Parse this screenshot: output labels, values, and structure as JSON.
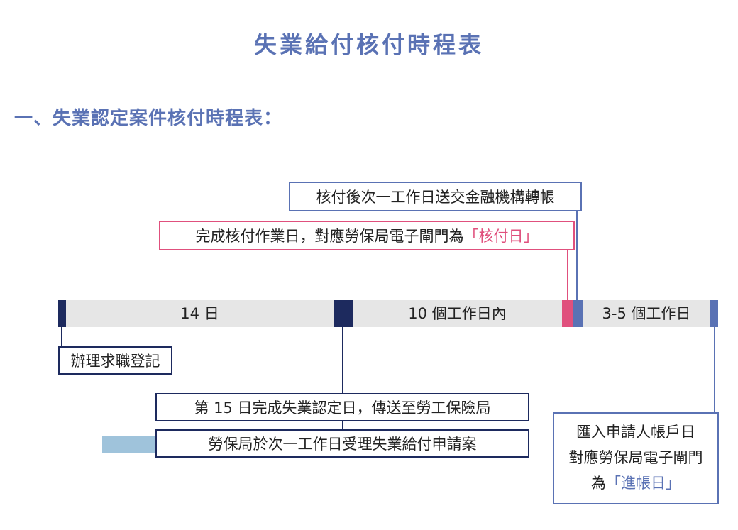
{
  "title": "失業給付核付時程表",
  "section_title": "一、失業認定案件核付時程表：",
  "timeline": {
    "segment_1_label": "14 日",
    "segment_2_label": "10 個工作日內",
    "segment_3_label": "3-5 個工作日"
  },
  "boxes": {
    "transfer_note": "核付後次一工作日送交金融機構轉帳",
    "payment_day_prefix": "完成核付作業日，對應勞保局電子閘門為",
    "payment_day_highlight": "「核付日」",
    "registration": "辦理求職登記",
    "certification": "第 15 日完成失業認定日，傳送至勞工保險局",
    "acceptance": "勞保局於次一工作日受理失業給付申請案",
    "deposit_line_1": "匯入申請人帳戶日",
    "deposit_line_2": "對應勞保局電子閘門",
    "deposit_line_3_prefix": "為",
    "deposit_line_3_highlight": "「進帳日」"
  },
  "colors": {
    "title": "#5a72b4",
    "navy": "#1d2a5e",
    "medium_blue": "#5a72b4",
    "pink": "#e0507d",
    "light_blue": "#9fc3db",
    "bar_gray": "#e6e6e6"
  }
}
